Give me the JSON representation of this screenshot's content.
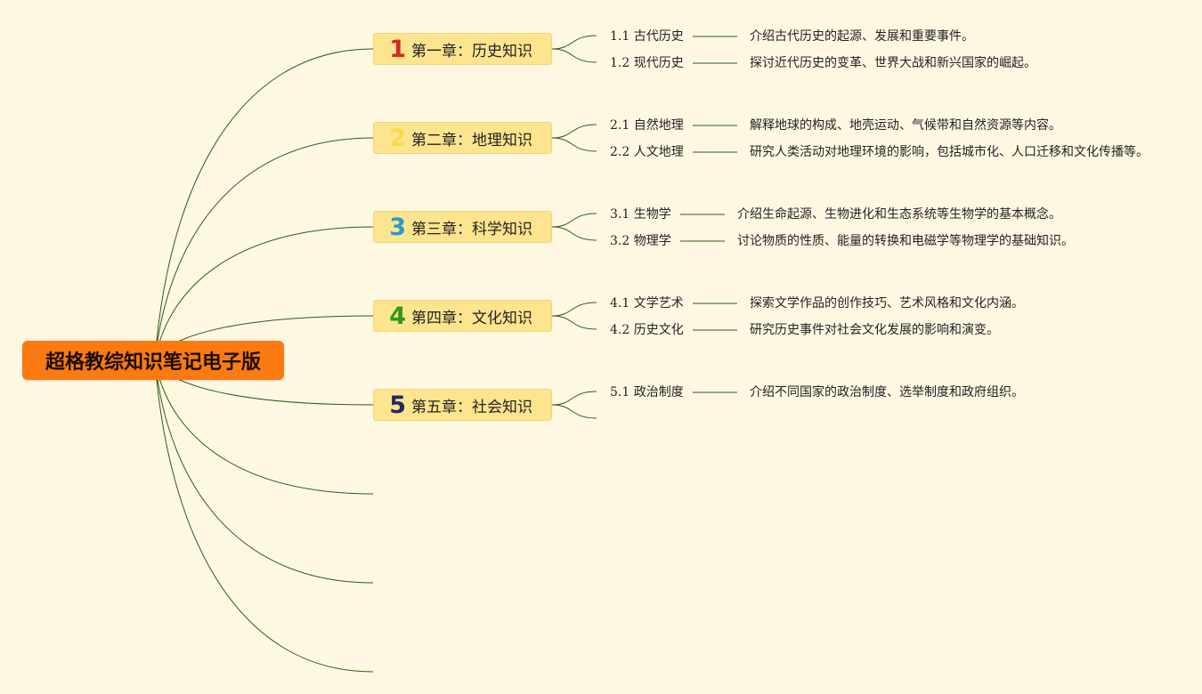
{
  "root": {
    "label": "超格教综知识笔记电子版"
  },
  "colors": {
    "background": "#fef8e3",
    "line": "#2e5d12",
    "root": "#fb7a12",
    "chapter": "#fde48e"
  },
  "chapters": [
    {
      "num": "1",
      "num_color": "#d42a20",
      "title": "第一章：历史知识",
      "topics": [
        {
          "label": "1.1 古代历史",
          "desc": "介绍古代历史的起源、发展和重要事件。"
        },
        {
          "label": "1.2 现代历史",
          "desc": "探讨近代历史的变革、世界大战和新兴国家的崛起。"
        }
      ]
    },
    {
      "num": "2",
      "num_color": "#f6dc4a",
      "title": "第二章：地理知识",
      "topics": [
        {
          "label": "2.1 自然地理",
          "desc": "解释地球的构成、地壳运动、气候带和自然资源等内容。"
        },
        {
          "label": "2.2 人文地理",
          "desc": "研究人类活动对地理环境的影响，包括城市化、人口迁移和文化传播等。"
        }
      ]
    },
    {
      "num": "3",
      "num_color": "#2c97d4",
      "title": "第三章：科学知识",
      "topics": [
        {
          "label": "3.1 生物学",
          "desc": "介绍生命起源、生物进化和生态系统等生物学的基本概念。"
        },
        {
          "label": "3.2 物理学",
          "desc": "讨论物质的性质、能量的转换和电磁学等物理学的基础知识。"
        }
      ]
    },
    {
      "num": "4",
      "num_color": "#2f9a1c",
      "title": "第四章：文化知识",
      "topics": [
        {
          "label": "4.1 文学艺术",
          "desc": "探索文学作品的创作技巧、艺术风格和文化内涵。"
        },
        {
          "label": "4.2 历史文化",
          "desc": "研究历史事件对社会文化发展的影响和演变。"
        }
      ]
    },
    {
      "num": "5",
      "num_color": "#1f2a66",
      "title": "第五章：社会知识",
      "topics": [
        {
          "label": "5.1 政治制度",
          "desc": "介绍不同国家的政治制度、选举制度和政府组织。"
        }
      ]
    }
  ]
}
